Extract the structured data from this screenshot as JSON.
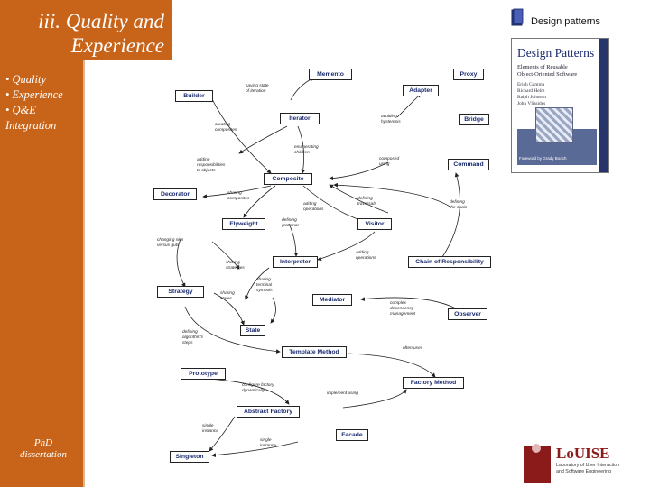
{
  "sidebar": {
    "title_lines": [
      "iii. Quality and",
      "Experience"
    ],
    "outline_items": [
      "• Quality",
      "• Experience",
      "• Q&E",
      "Integration"
    ],
    "footer_lines": [
      "PhD",
      "dissertation"
    ]
  },
  "header": {
    "label": "Design patterns"
  },
  "book": {
    "title": "Design Patterns",
    "subtitle_lines": [
      "Elements of Reusable",
      "Object-Oriented Software"
    ],
    "author_lines": [
      "Erich Gamma",
      "Richard Helm",
      "Ralph Johnson",
      "John Vlissides"
    ],
    "foreword": "Foreword by Grady Booch"
  },
  "diagram": {
    "patterns": [
      "Memento",
      "Proxy",
      "Adapter",
      "Builder",
      "Iterator",
      "Bridge",
      "Command",
      "Composite",
      "Decorator",
      "Flyweight",
      "Visitor",
      "Interpreter",
      "Chain of Responsibility",
      "Strategy",
      "Mediator",
      "Observer",
      "State",
      "Template Method",
      "Prototype",
      "Factory Method",
      "Abstract Factory",
      "Facade",
      "Singleton"
    ],
    "relations": [
      [
        "saving state",
        "of iteration"
      ],
      [
        "creating",
        "composites"
      ],
      [
        "avoiding",
        "hysteresis"
      ],
      [
        "enumerating",
        "children"
      ],
      [
        "adding",
        "responsibilities",
        "to objects"
      ],
      [
        "composed",
        "using"
      ],
      [
        "sharing",
        "composites"
      ],
      [
        "adding",
        "operations"
      ],
      [
        "defining",
        "traversals"
      ],
      [
        "defining",
        "the chain"
      ],
      [
        "defining",
        "grammar"
      ],
      [
        "changing skin",
        "versus guts"
      ],
      [
        "sharing",
        "strategies"
      ],
      [
        "adding",
        "operations"
      ],
      [
        "sharing",
        "terminal",
        "symbols"
      ],
      [
        "sharing",
        "states"
      ],
      [
        "complex",
        "dependency",
        "management"
      ],
      [
        "defining",
        "algorithm's",
        "steps"
      ],
      [
        "often uses"
      ],
      [
        "configure factory",
        "dynamically"
      ],
      [
        "implement using"
      ],
      [
        "single",
        "instance"
      ],
      [
        "single",
        "instance"
      ]
    ]
  },
  "logo": {
    "name": "LoUISE",
    "sub_lines": [
      "Laboratory of User Interaction",
      "and Software Engineering"
    ]
  }
}
